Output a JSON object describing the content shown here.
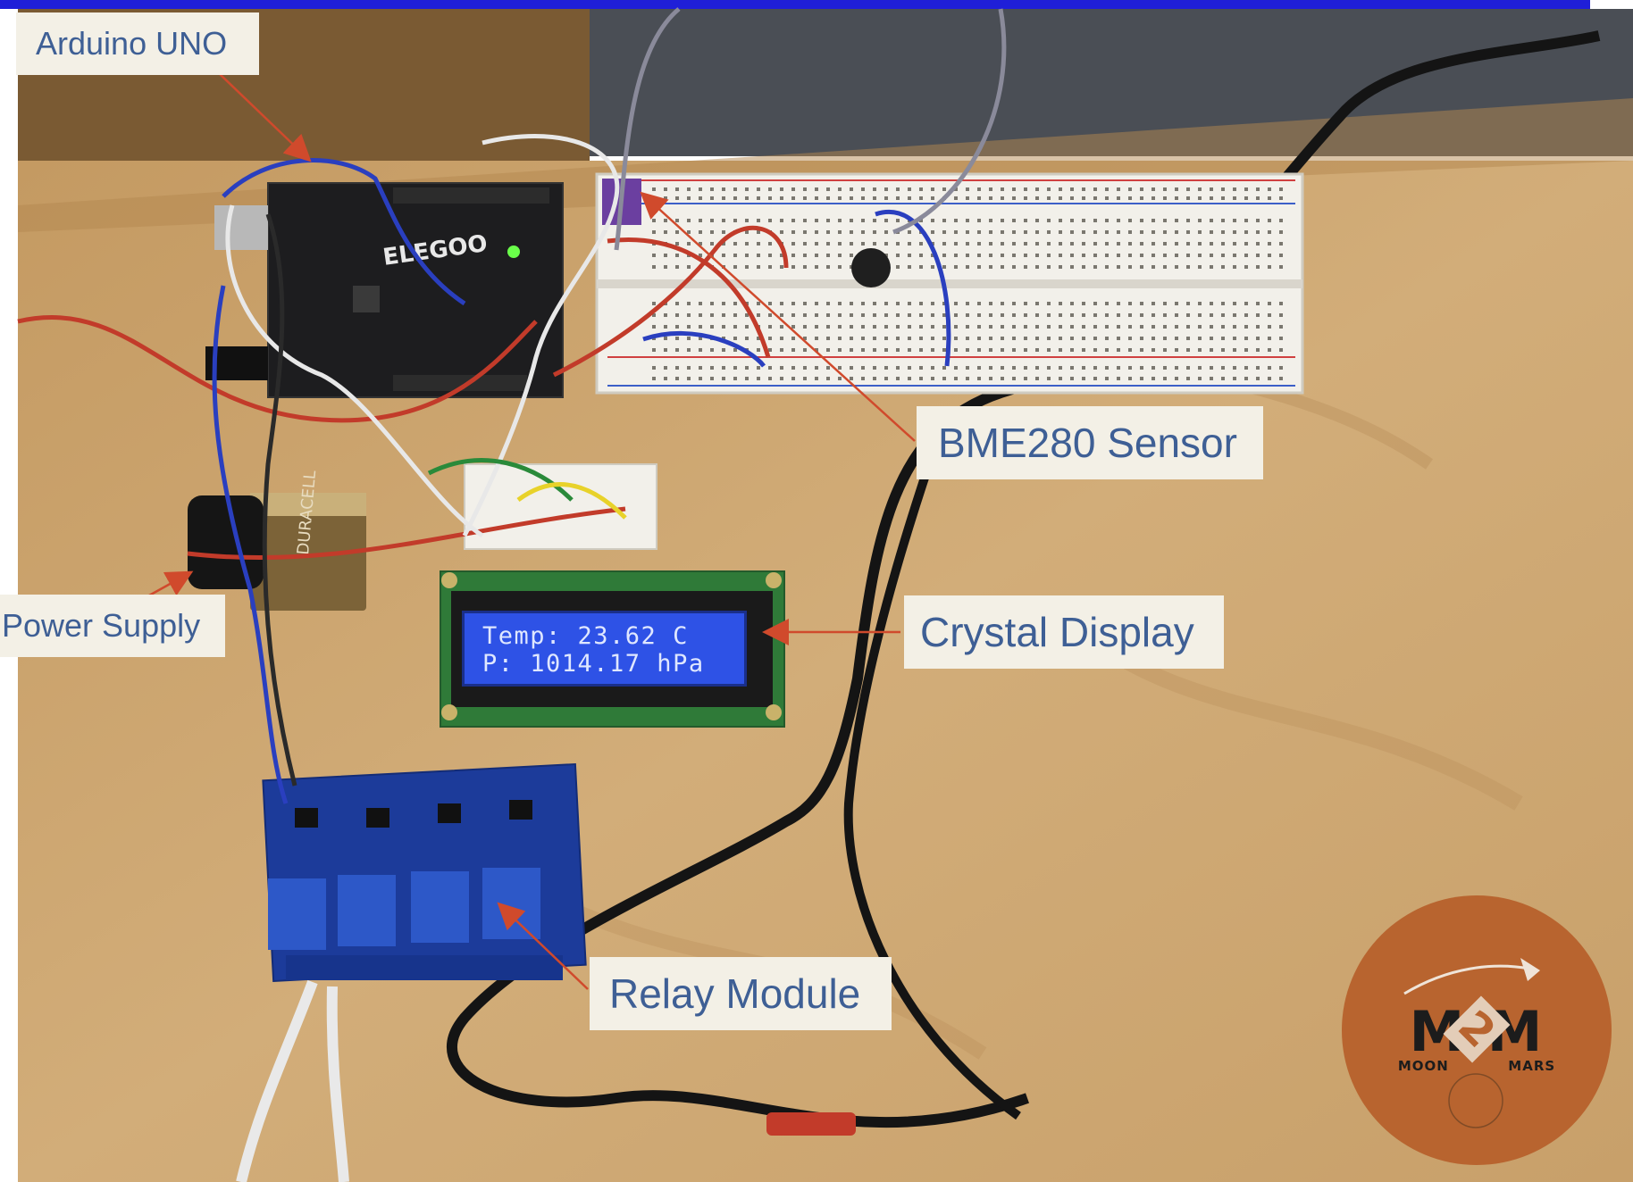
{
  "labels": {
    "arduino": "Arduino UNO",
    "bme280": "BME280 Sensor",
    "power": "Power Supply",
    "crystal": "Crystal Display",
    "relay": "Relay Module"
  },
  "lcd": {
    "line1": "Temp: 23.62 C",
    "line2": "P: 1014.17 hPa"
  },
  "logo": {
    "mark": "M M",
    "two": "2",
    "left_word": "MOON",
    "right_word": "MARS"
  },
  "colors": {
    "label_text": "#3e5f95",
    "label_bg": "#f3f0e6",
    "arrow": "#d04a2c",
    "top_bar": "#1f1fd8",
    "wood": "#c9a46e",
    "logo_fill": "#b8642f"
  }
}
